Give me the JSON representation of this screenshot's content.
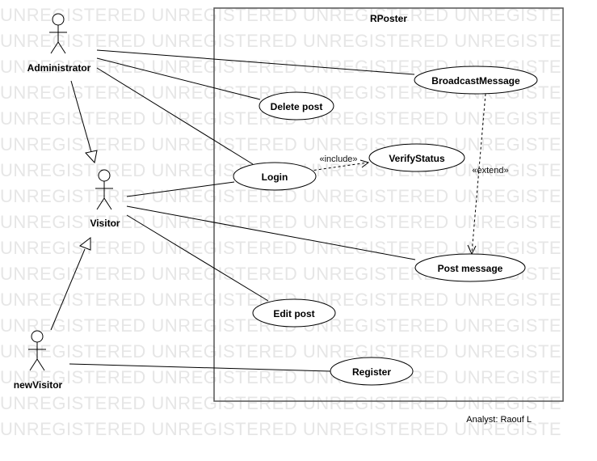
{
  "watermark": "UNREGISTERED UNREGISTERED UNREGISTERED UNREGISTE",
  "system": {
    "name": "RPoster"
  },
  "actors": {
    "administrator": "Administrator",
    "visitor": "Visitor",
    "newVisitor": "newVisitor"
  },
  "usecases": {
    "broadcast": "BroadcastMessage",
    "delete": "Delete post",
    "login": "Login",
    "verify": "VerifyStatus",
    "post": "Post message",
    "edit": "Edit post",
    "register": "Register"
  },
  "relations": {
    "include": "«include»",
    "extend": "«extend»"
  },
  "footer": {
    "analyst": "Analyst: Raouf L"
  }
}
